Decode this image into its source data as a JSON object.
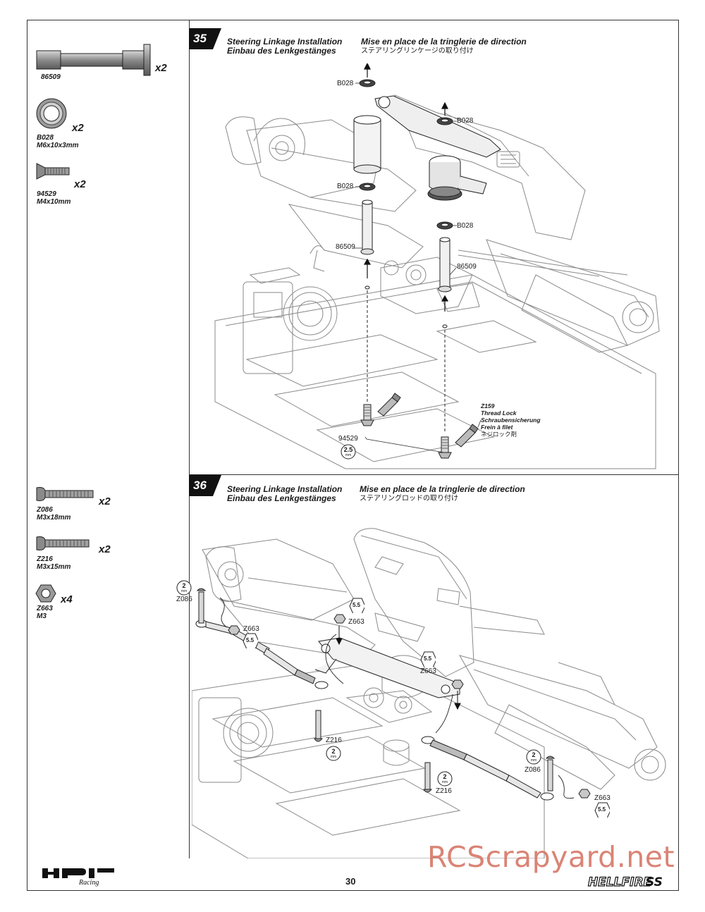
{
  "page_number": "30",
  "watermark": "RCScrapyard.net",
  "brand_logo": "HPI RACING",
  "product_logo": "HELLFIRE SS",
  "sidebar_35": [
    {
      "code": "86509",
      "qty": "x2",
      "shape": "shaft"
    },
    {
      "code": "B028",
      "size": "M6x10x3mm",
      "qty": "x2",
      "shape": "bearing"
    },
    {
      "code": "94529",
      "size": "M4x10mm",
      "qty": "x2",
      "shape": "flat-screw"
    }
  ],
  "sidebar_36": [
    {
      "code": "Z086",
      "size": "M3x18mm",
      "qty": "x2",
      "shape": "button-screw"
    },
    {
      "code": "Z216",
      "size": "M3x15mm",
      "qty": "x2",
      "shape": "button-screw"
    },
    {
      "code": "Z663",
      "size": "M3",
      "qty": "x4",
      "shape": "nut"
    }
  ],
  "step35": {
    "number": "35",
    "title_en": "Steering Linkage Installation",
    "title_de": "Einbau des Lenkgestänges",
    "title_fr": "Mise en place de la tringlerie de direction",
    "title_jp": "ステアリングリンケージの取り付け",
    "callouts": {
      "b028_a": "B028",
      "b028_b": "B028",
      "b028_c": "B028",
      "b028_d": "B028",
      "p86509_a": "86509",
      "p86509_b": "86509",
      "p94529": "94529",
      "tool_size": "2.5",
      "tool_unit": "mm",
      "threadlock_code": "Z159",
      "threadlock_en": "Thread Lock",
      "threadlock_de": "Schraubensicherung",
      "threadlock_fr": "Frein à filet",
      "threadlock_jp": "ネジロック剤"
    }
  },
  "step36": {
    "number": "36",
    "title_en": "Steering Linkage Installation",
    "title_de": "Einbau des Lenkgestänges",
    "title_fr": "Mise en place de la tringlerie de direction",
    "title_jp": "ステアリングロッドの取り付け",
    "callouts": {
      "z086_a": "Z086",
      "z086_b": "Z086",
      "z663_a": "Z663",
      "z663_b": "Z663",
      "z663_c": "Z663",
      "z663_d": "Z663",
      "z216_a": "Z216",
      "z216_b": "Z216",
      "tool_2": "2",
      "tool_55": "5.5",
      "tool_unit": "mm"
    }
  }
}
